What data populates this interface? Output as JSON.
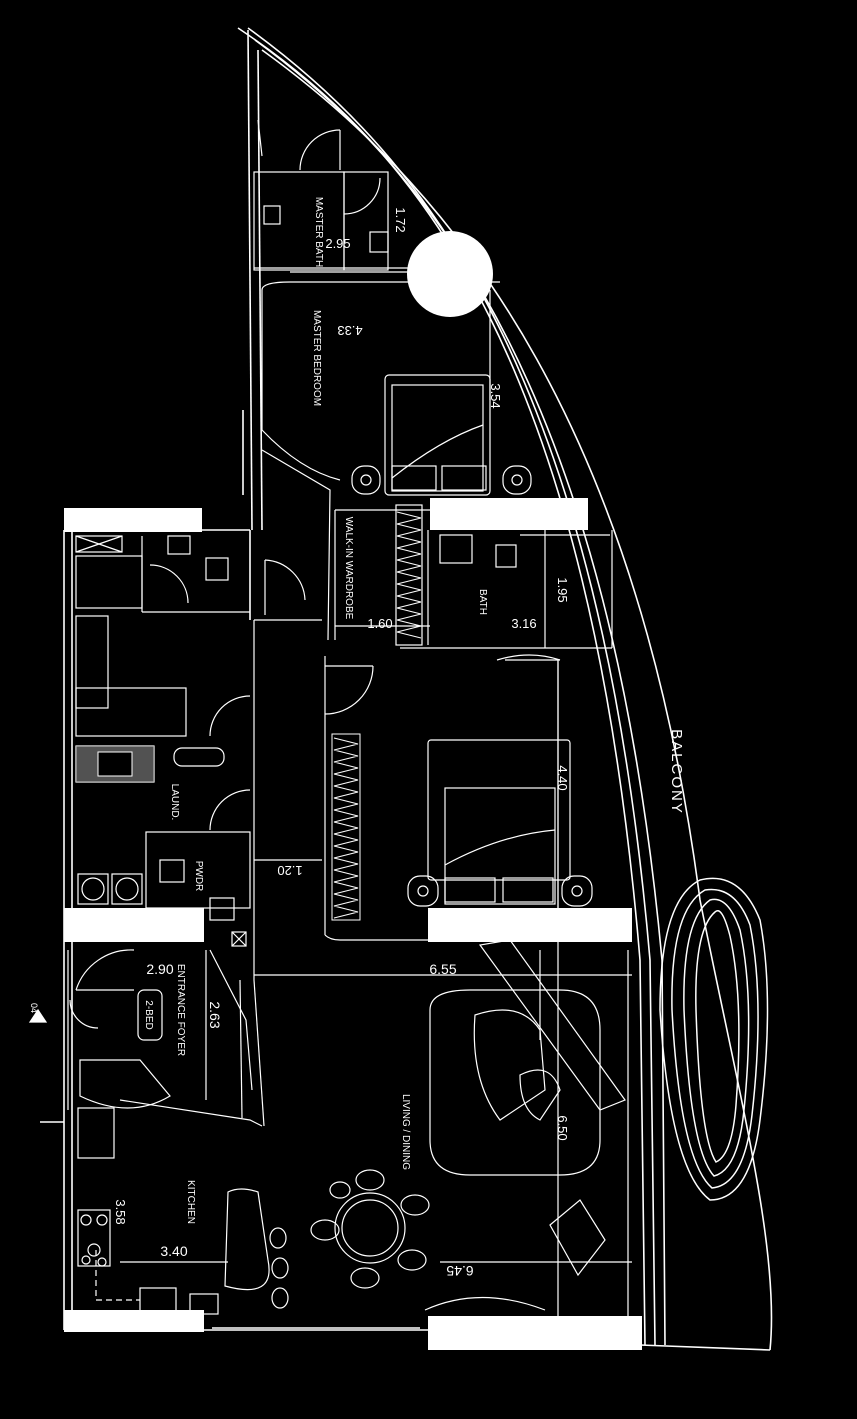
{
  "plan": {
    "rooms": {
      "master_bath": "MASTER BATH",
      "master_bedroom": "MASTER BEDROOM",
      "walkin_wardrobe": "WALK-IN WARDROBE",
      "bath": "BATH",
      "balcony": "BALCONY",
      "laund": "LAUND.",
      "pwdr": "PWDR",
      "entrance_foyer": "ENTRANCE FOYER",
      "living_dining": "LIVING / DINING",
      "kitchen": "KITCHEN",
      "tag_2bed": "2-BED",
      "entry_marker": "04"
    },
    "dimensions": {
      "d_2_95": "2.95",
      "d_1_72": "1.72",
      "d_4_33": "4.33",
      "d_3_54": "3.54",
      "d_1_60": "1.60",
      "d_3_16": "3.16",
      "d_1_95": "1.95",
      "d_4_40": "4.40",
      "d_1_20": "1.20",
      "d_2_90": "2.90",
      "d_6_55": "6.55",
      "d_2_63": "2.63",
      "d_6_50": "6.50",
      "d_3_58": "3.58",
      "d_3_40": "3.40",
      "d_6_45": "6.45"
    },
    "colors": {
      "background": "#000000",
      "lines": "#ffffff"
    }
  }
}
